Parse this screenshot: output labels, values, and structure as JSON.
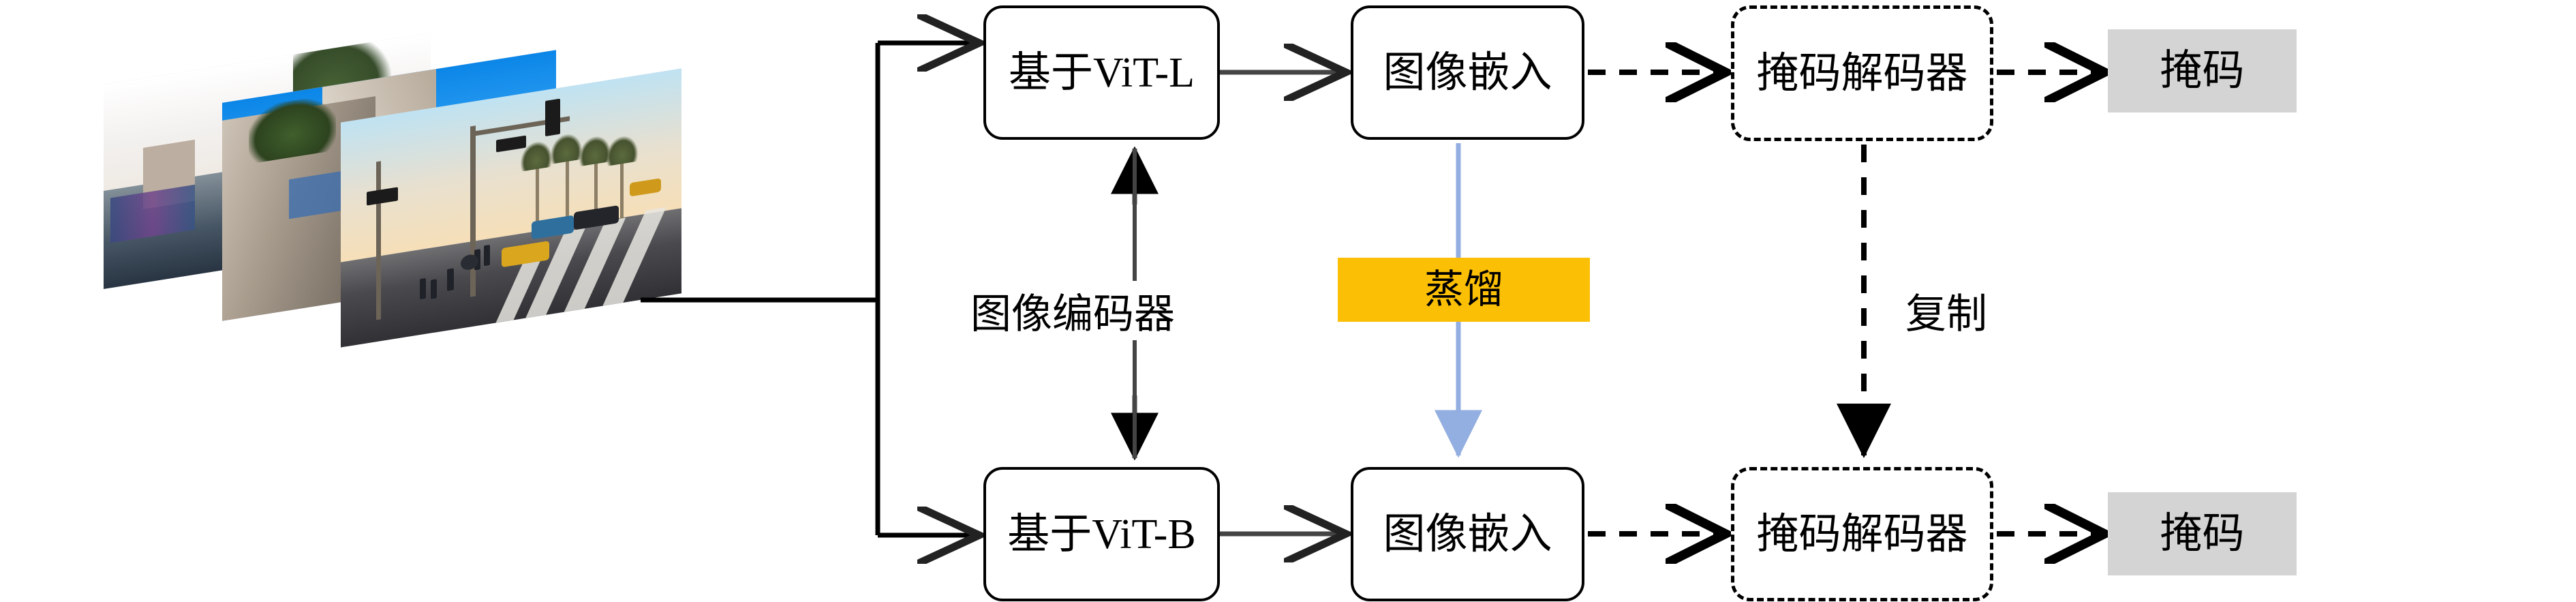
{
  "diagram": {
    "title": "SAM distillation pipeline",
    "colors": {
      "distill_box": "#fbbf06",
      "mask_box": "#d4d4d4",
      "distill_arrow": "#93aee0",
      "line": "#000000"
    },
    "input": {
      "name": "image-stack",
      "count": 3,
      "caption": ""
    },
    "nodes": {
      "teacher_encoder": "基于ViT-L",
      "teacher_embedding": "图像嵌入",
      "teacher_decoder": "掩码解码器",
      "teacher_output": "掩码",
      "student_encoder": "基于ViT-B",
      "student_embedding": "图像嵌入",
      "student_decoder": "掩码解码器",
      "student_output": "掩码",
      "distill": "蒸馏"
    },
    "labels": {
      "image_encoder": "图像编码器",
      "copy": "复制"
    }
  }
}
